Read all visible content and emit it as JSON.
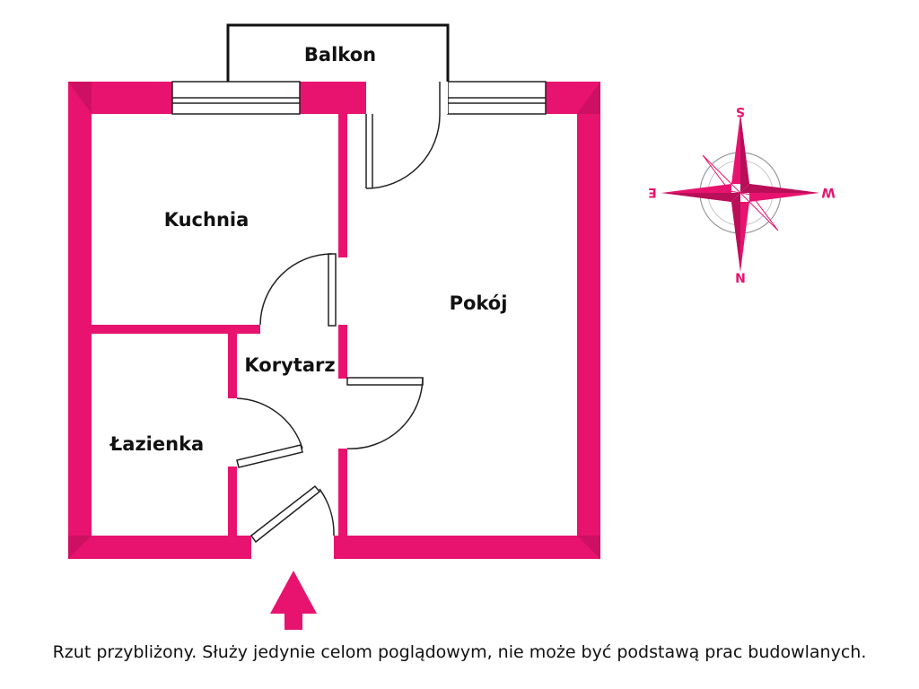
{
  "colors": {
    "wall": "#E8136F",
    "wall_shade": "#B80F58",
    "line": "#222222",
    "background": "#FFFFFF"
  },
  "rooms": {
    "balcony": "Balkon",
    "kitchen": "Kuchnia",
    "room": "Pokój",
    "corridor": "Korytarz",
    "bathroom": "Łazienka"
  },
  "compass": {
    "top": "S",
    "right": "W",
    "bottom": "N",
    "left": "E"
  },
  "entrance_icon": "up-arrow-icon",
  "disclaimer": "Rzut przybliżony. Służy jedynie celom poglądowym, nie może być podstawą prac budowlanych."
}
